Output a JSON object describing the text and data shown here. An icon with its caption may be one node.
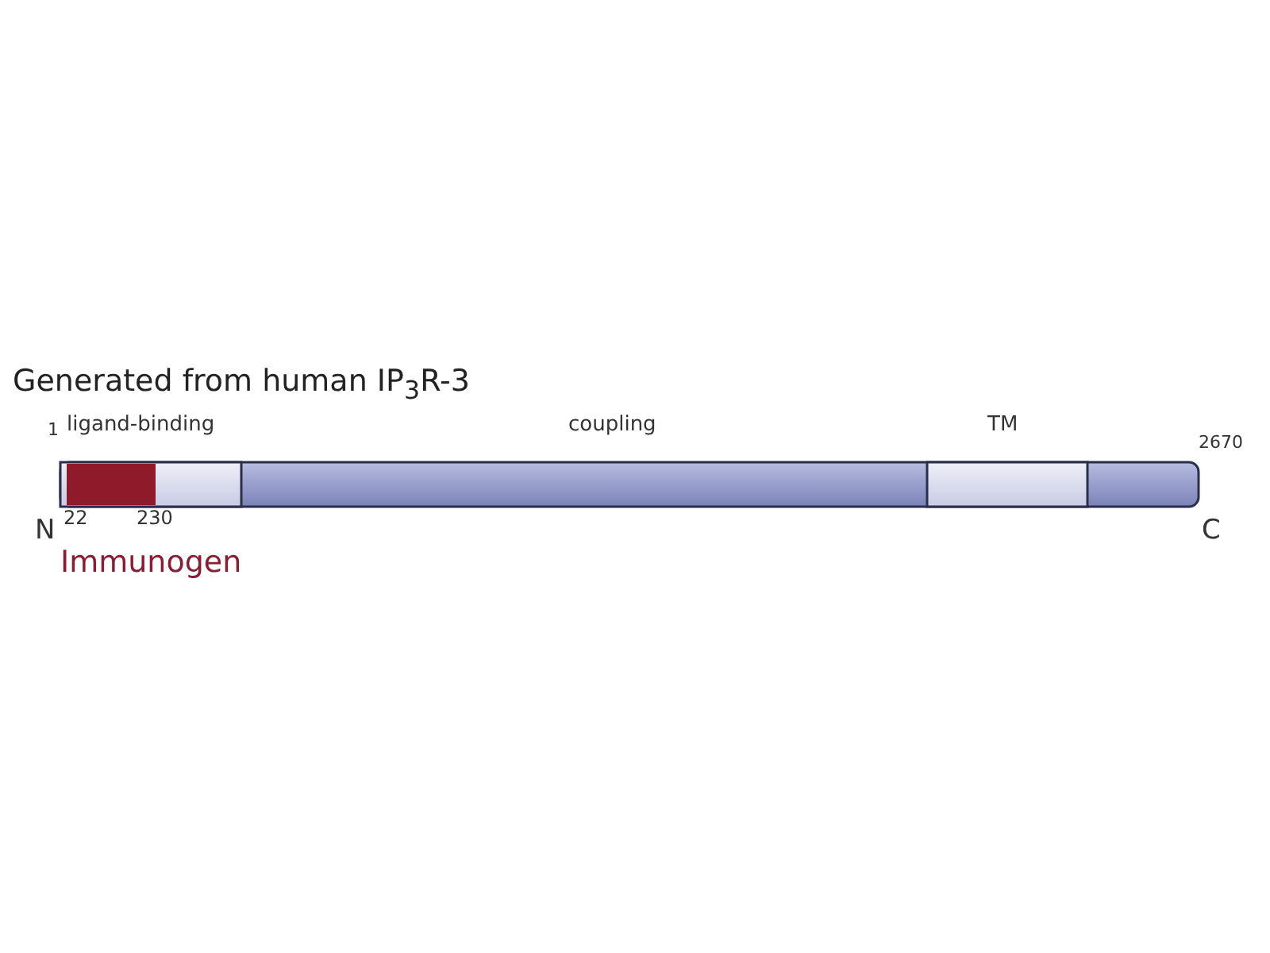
{
  "diagram": {
    "title": "Generated from human IP$_{3}$R-3",
    "labels": [
      "1",
      "ligand-binding",
      "coupling",
      "TM",
      "2670",
      "N",
      "22",
      "230",
      "C",
      "Immunogen"
    ]
  }
}
